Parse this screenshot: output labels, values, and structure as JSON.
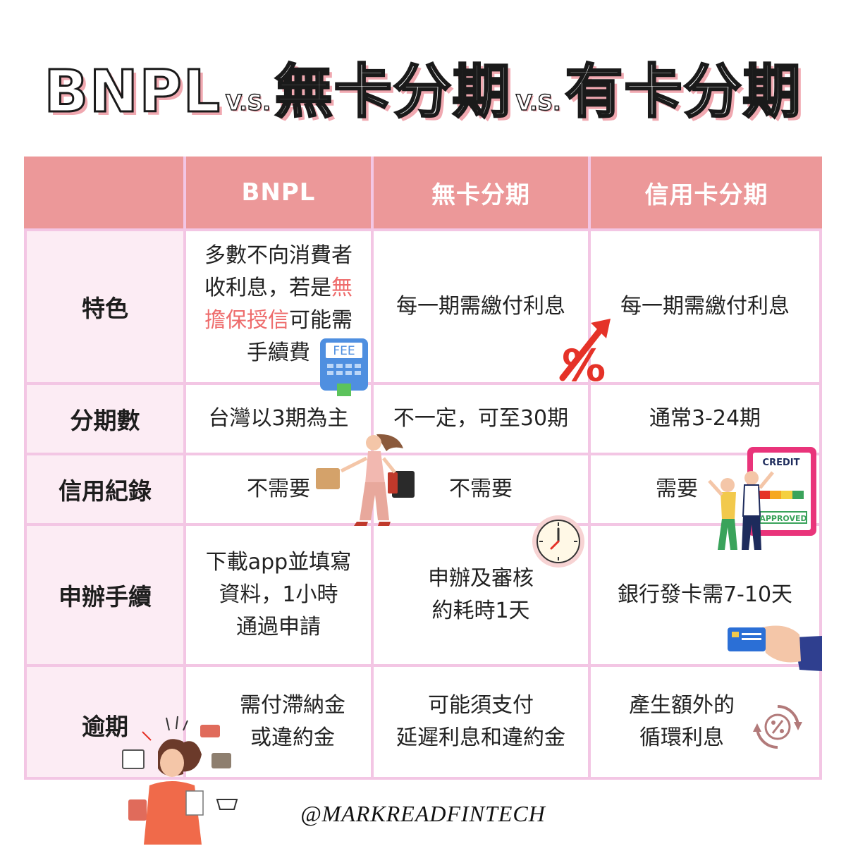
{
  "title": {
    "part1": "BNPL",
    "vs1": "V.S.",
    "part2": "無卡分期",
    "vs2": "V.S.",
    "part3": "有卡分期"
  },
  "table": {
    "columns": [
      "",
      "BNPL",
      "無卡分期",
      "信用卡分期"
    ],
    "rows": [
      {
        "label": "特色",
        "bnpl": {
          "line1": "多數不向消費者",
          "line2a": "收利息，若是",
          "line2b": "無",
          "line3a": "擔保授信",
          "line3b": "可能需",
          "line4": "手續費"
        },
        "cardless": "每一期需繳付利息",
        "card": "每一期需繳付利息"
      },
      {
        "label": "分期數",
        "bnpl": "台灣以3期為主",
        "cardless": "不一定，可至30期",
        "card": "通常3-24期"
      },
      {
        "label": "信用紀錄",
        "bnpl": "不需要",
        "cardless": "不需要",
        "card": "需要"
      },
      {
        "label": "申辦手續",
        "bnpl": [
          "下載app並填寫",
          "資料，1小時",
          "通過申請"
        ],
        "cardless": [
          "申辦及審核",
          "約耗時1天"
        ],
        "card": "銀行發卡需7-10天"
      },
      {
        "label": "逾期",
        "bnpl": [
          "需付滯納金",
          "或違約金"
        ],
        "cardless": [
          "可能須支付",
          "延遲利息和違約金"
        ],
        "card": [
          "產生額外的",
          "循環利息"
        ]
      }
    ]
  },
  "decorations": {
    "fee_label": "FEE",
    "percent": "%",
    "credit_label": "CREDIT",
    "approved_label": "APPROVED"
  },
  "colors": {
    "header_bg": "#ec9899",
    "row_header_bg": "#fcecf4",
    "grid_lines": "#f3c6e4",
    "highlight_text": "#ee6b6b",
    "title_shadow": "#f0a8b0"
  },
  "footer": "@MARKREADFINTECH"
}
